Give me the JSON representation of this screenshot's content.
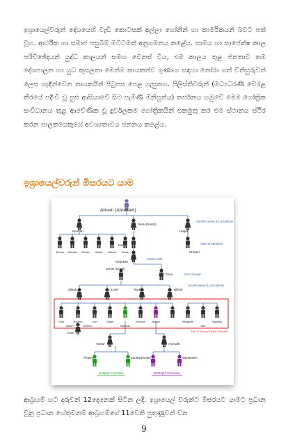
{
  "paragraph_1": "ඉශ්‍රායෙල්වරුන් දේශයෙහි වැඩි කොටසක් අල්ලා ගෝනීන් හා කාර්මිකයන් බවට පත් වූහ. ආර්ථික හා සමාජ පසුබිම් මට්ටමක් අනුගමනය කළේය. සාමය හා සාපේක්ෂ කාල පරිච්ඡේදයන් යුද්ධ කාලයන් සමඟ වෙනස් විය, එම කාලය තුළ ජනතාව තම දේශපාලන හා යුධ කුසලතා මෙන්ම නායකත්ව ගුණාංග සඳහා නෝරා ගත් විනිසුරුවන් ලෙස හැඳින්වෙන නායකයින් පිටුපස පෙළ ගැසුනහ. පිලිස්තිවරුන් (මධ්‍යධරණී වෙරළ තීරයේ පදිංචි වූ සුළු ආසියාවේ සිට පැමිණි මිනිසුන්ය) තර්ජනය හමුවේ මෙම ගෝත්‍රික සංවිධානය තුළ ආවේණික වූ දුර්වලකම ගෝත්‍රිකයින් එකමුතු කර එම ස්ථානය ස්ථිර කරන පාලකයෙකුගේ අවශ්‍යතාවය ජනනය කළේය.",
  "section_heading": "ඉශ්‍රායෙල්වරුන් මිසරයට යාම",
  "paragraph_2": "ආබ්‍රහම් හට දරුවන් 12දෙනෙක් සිටින ලදී. ඉශ්‍රායෙල් වරුන්ට මිසරයට යාමට ප්‍රධාන වුනු ප්‍රධාන හේතුවනම් ආබ්‍රහම්ගේ 11වෙනි පුතුණුවන් වන",
  "page_number": "9",
  "colors": {
    "heading": "#e07b14",
    "male": "#333333",
    "female": "#333333",
    "abram": "#7a6aa0",
    "red_box": "#d62020",
    "green": "#1aa01a",
    "purple": "#8a1aa8",
    "line": "#4a6fa5",
    "note": "#2e5f9e"
  },
  "diagram": {
    "root": "Abram (Abraham)",
    "wives": [
      "Keturah",
      "Sarai (Sarah)",
      "Hagar"
    ],
    "keturah_sons": [
      "Zimran",
      "Jokshan",
      "Medan",
      "Midian",
      "Ishbak",
      "Shuah"
    ],
    "isaac": "Isaac",
    "ishmael": "Ishmael",
    "rebekah": "Rebekah",
    "jacob": "Jacob (Israel)",
    "esau": "Esau",
    "jacob_wives": [
      "Zilpah",
      "Leah",
      "Rachel",
      "Bilhah"
    ],
    "tribes": [
      "Gad",
      "Asher",
      "Reuben",
      "Simeon",
      "Levi",
      "Judah",
      "Issachar",
      "Zebulun",
      "Joseph",
      "Benjamin",
      "Dan",
      "Naphtali"
    ],
    "dinah": "Dinah",
    "tamar": "Tamar",
    "asenath": "Asenath",
    "judah_sons": [
      "Pharez",
      "Zarah"
    ],
    "joseph_sons": [
      "Ephraim",
      "Manasseh"
    ],
    "notes": [
      "Abram's wives & concubines",
      "Sons of Abraham",
      "Isaac's wife",
      "Sons of Isaac",
      "Jacob's wives & concubines"
    ],
    "box_label": "The 12 Sons (Tribes) of Israel",
    "sceptre": "Sceptre Promises",
    "birthright": "Birthright Promises"
  }
}
